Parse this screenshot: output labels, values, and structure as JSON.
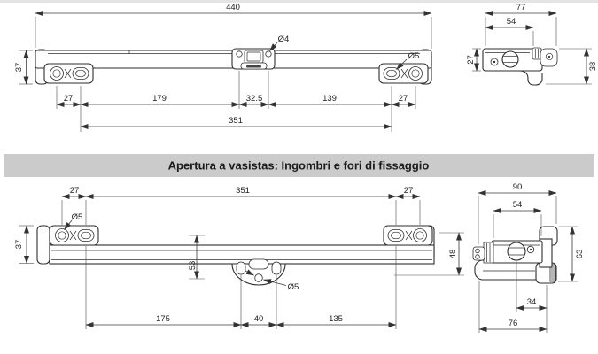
{
  "banner": {
    "title": "Apertura a vasistas: Ingombri e fori di fissaggio",
    "background": "#cbcbcb"
  },
  "colors": {
    "line": "#2e2e2e",
    "dim_line": "#3a3a3a",
    "text": "#222222",
    "page": "#ffffff",
    "top_strip": "#e4e4e4"
  },
  "top_view": {
    "front": {
      "total_width": "440",
      "bar_height": "37",
      "left_offset": "27",
      "seg_1": "179",
      "seg_2": "32.5",
      "seg_3": "139",
      "right_offset": "27",
      "hole_span": "351",
      "center_hole_dia": "Ø4",
      "end_hole_dia": "Ø5"
    },
    "side": {
      "depth_total": "77",
      "depth_hook": "54",
      "profile_height": "27",
      "bracket_height": "38"
    }
  },
  "bottom_view": {
    "front": {
      "left_offset": "27",
      "hole_span": "351",
      "right_offset": "27",
      "end_hole_dia": "Ø5",
      "bar_height": "37",
      "bracket_drop": "53",
      "center_hole_dia": "Ø5",
      "total_height": "48",
      "seg_1": "175",
      "seg_2": "40",
      "seg_3": "135"
    },
    "side": {
      "depth_total": "90",
      "depth_hook": "54",
      "bracket_height": "63",
      "foot_offset": "34",
      "foot_depth": "76"
    }
  }
}
